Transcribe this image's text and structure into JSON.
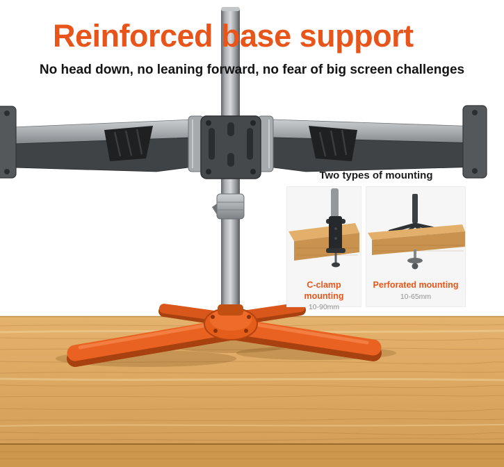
{
  "header": {
    "title": "Reinforced base support",
    "subtitle": "No head down, no leaning forward, no fear of big screen challenges"
  },
  "mounting": {
    "title": "Two types of mounting",
    "options": [
      {
        "label": "C-clamp mounting",
        "range": "10-90mm"
      },
      {
        "label": "Perforated mounting",
        "range": "10-65mm"
      }
    ]
  },
  "colors": {
    "accent": "#e8551a",
    "base_orange": "#e55d1b",
    "desk_wood": "#d8a25f"
  }
}
